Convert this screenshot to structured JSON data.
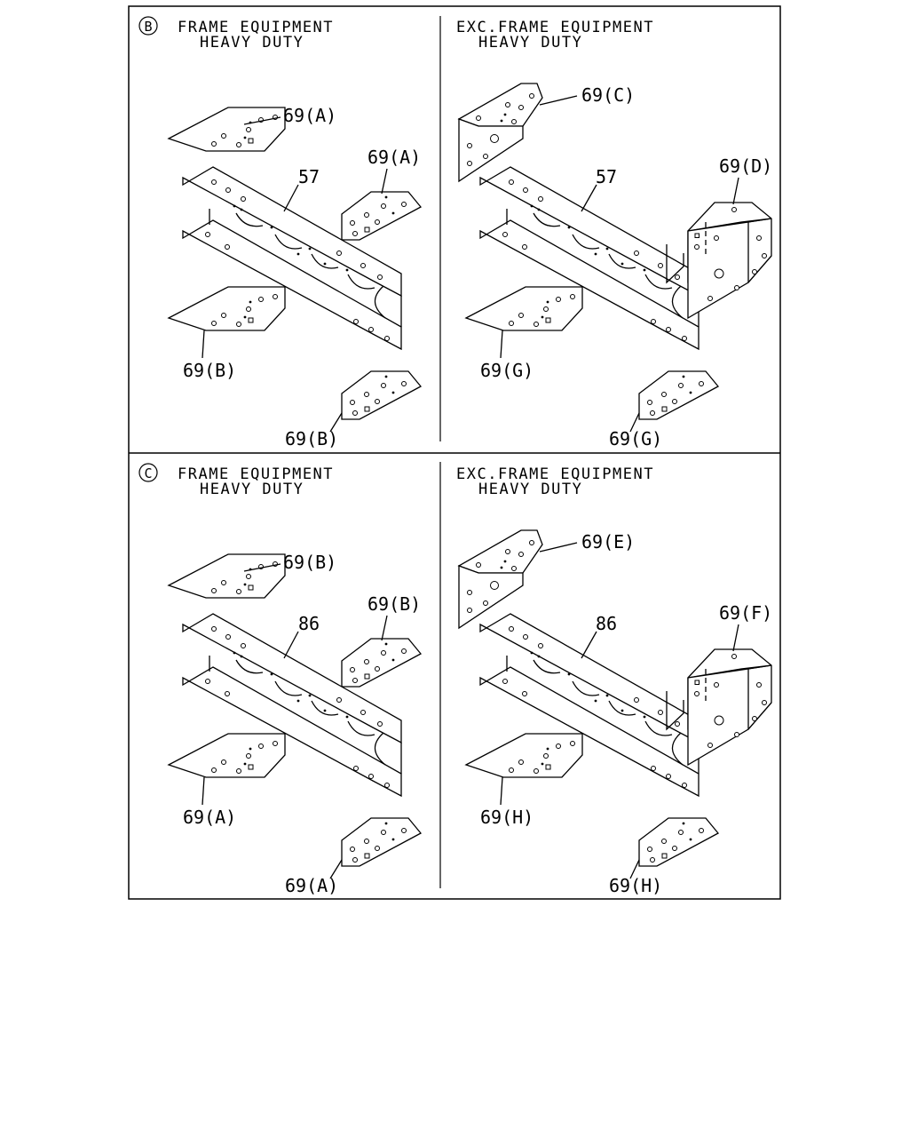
{
  "panels": [
    {
      "key": "B",
      "marker": "B",
      "left": {
        "title1": "FRAME EQUIPMENT",
        "title2": "HEAVY DUTY",
        "channel": "57",
        "labels": {
          "tl": "69(A)",
          "tr": "69(A)",
          "bl": "69(B)",
          "br": "69(B)"
        }
      },
      "right": {
        "title1": "EXC.FRAME EQUIPMENT",
        "title2": "HEAVY DUTY",
        "channel": "57",
        "labels": {
          "tl": "69(C)",
          "tr": "69(D)",
          "bl": "69(G)",
          "br": "69(G)"
        }
      }
    },
    {
      "key": "C",
      "marker": "C",
      "left": {
        "title1": "FRAME EQUIPMENT",
        "title2": "HEAVY DUTY",
        "channel": "86",
        "labels": {
          "tl": "69(B)",
          "tr": "69(B)",
          "bl": "69(A)",
          "br": "69(A)"
        }
      },
      "right": {
        "title1": "EXC.FRAME EQUIPMENT",
        "title2": "HEAVY DUTY",
        "channel": "86",
        "labels": {
          "tl": "69(E)",
          "tr": "69(F)",
          "bl": "69(H)",
          "br": "69(H)"
        }
      }
    }
  ]
}
